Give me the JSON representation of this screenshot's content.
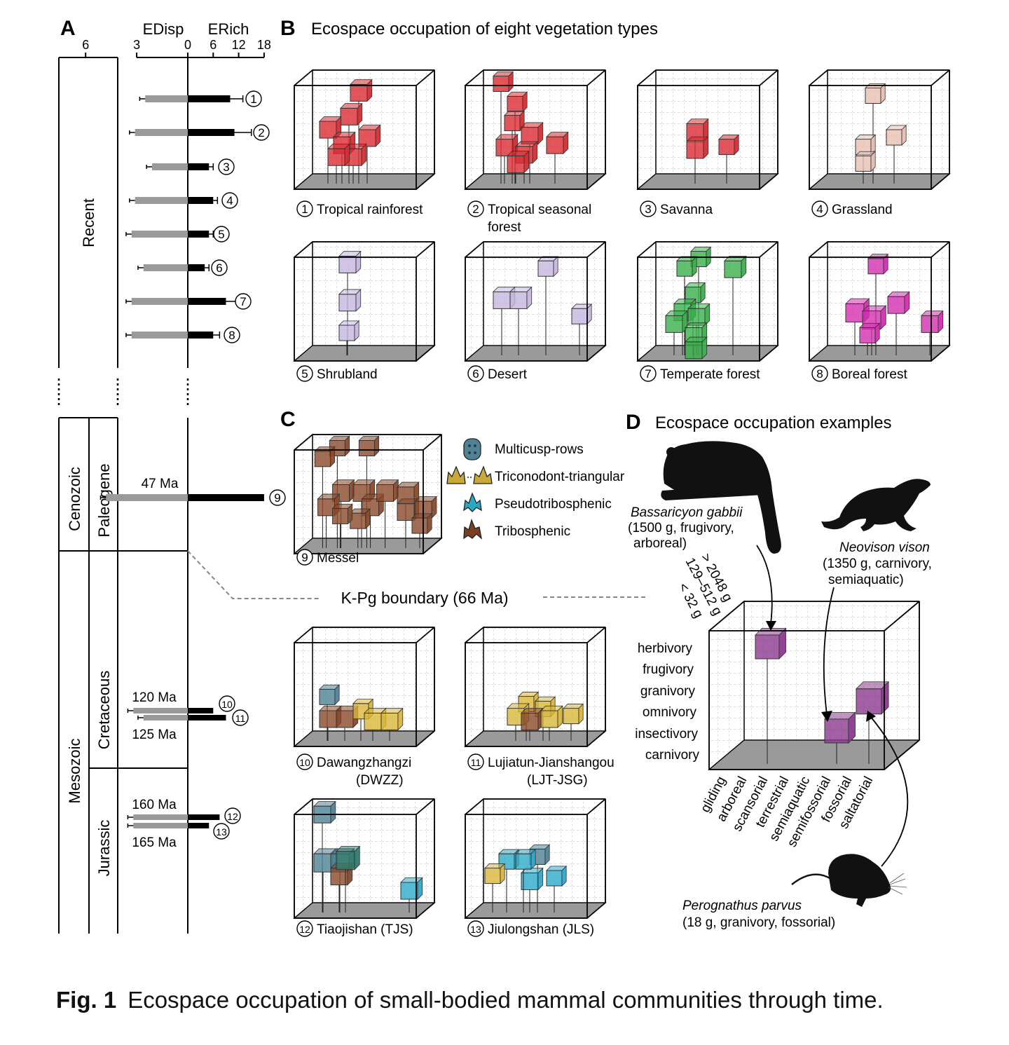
{
  "panel_letters": {
    "a": "A",
    "b": "B",
    "c": "C",
    "d": "D"
  },
  "panel_a": {
    "axis_left_label": "EDisp",
    "axis_right_label": "ERich",
    "left_ticks": [
      "6",
      "3",
      "0"
    ],
    "right_ticks": [
      "6",
      "12",
      "18"
    ],
    "timescale": {
      "recent": "Recent",
      "cenozoic": "Cenozoic",
      "paleogene": "Paleogene",
      "mesozoic": "Mesozoic",
      "cretaceous": "Cretaceous",
      "jurassic": "Jurassic"
    },
    "age_labels": {
      "m47": "47 Ma",
      "m120": "120 Ma",
      "m125": "125 Ma",
      "m160": "160 Ma",
      "m165": "165 Ma"
    },
    "bars": [
      {
        "id": "1",
        "edisp": 2.5,
        "edisp_err": 0.2,
        "erich": 10,
        "erich_err": 3
      },
      {
        "id": "2",
        "edisp": 3.1,
        "edisp_err": 0.2,
        "erich": 11,
        "erich_err": 4
      },
      {
        "id": "3",
        "edisp": 2.1,
        "edisp_err": 0.2,
        "erich": 5,
        "erich_err": 1
      },
      {
        "id": "4",
        "edisp": 3.1,
        "edisp_err": 0.2,
        "erich": 6,
        "erich_err": 1
      },
      {
        "id": "5",
        "edisp": 3.3,
        "edisp_err": 0.2,
        "erich": 5,
        "erich_err": 1
      },
      {
        "id": "6",
        "edisp": 2.6,
        "edisp_err": 0.2,
        "erich": 4,
        "erich_err": 1
      },
      {
        "id": "7",
        "edisp": 3.3,
        "edisp_err": 0.2,
        "erich": 9,
        "erich_err": 3
      },
      {
        "id": "8",
        "edisp": 3.3,
        "edisp_err": 0.2,
        "erich": 6,
        "erich_err": 1.5
      },
      {
        "id": "9",
        "edisp": 4.8,
        "edisp_err": 0.2,
        "erich": 18,
        "erich_err": 0
      },
      {
        "id": "10",
        "edisp": 3.2,
        "edisp_err": 0.2,
        "erich": 6,
        "erich_err": 0
      },
      {
        "id": "11",
        "edisp": 2.6,
        "edisp_err": 0.2,
        "erich": 9,
        "erich_err": 0
      },
      {
        "id": "12",
        "edisp": 3.2,
        "edisp_err": 0.2,
        "erich": 7.5,
        "erich_err": 0
      },
      {
        "id": "13",
        "edisp": 3.2,
        "edisp_err": 0.2,
        "erich": 5,
        "erich_err": 0
      }
    ]
  },
  "panel_b": {
    "title": "Ecospace occupation of eight vegetation types"
  },
  "communities": [
    {
      "num": "1",
      "label": "Tropical rainforest",
      "label2": ""
    },
    {
      "num": "2",
      "label": "Tropical seasonal",
      "label2": "forest"
    },
    {
      "num": "3",
      "label": "Savanna",
      "label2": ""
    },
    {
      "num": "4",
      "label": "Grassland",
      "label2": ""
    },
    {
      "num": "5",
      "label": "Shrubland",
      "label2": ""
    },
    {
      "num": "6",
      "label": "Desert",
      "label2": ""
    },
    {
      "num": "7",
      "label": "Temperate forest",
      "label2": ""
    },
    {
      "num": "8",
      "label": "Boreal forest",
      "label2": ""
    },
    {
      "num": "9",
      "label": "Messel",
      "label2": ""
    },
    {
      "num": "10",
      "label": "Dawangzhangzi",
      "label2": "(DWZZ)"
    },
    {
      "num": "11",
      "label": "Lujiatun-Jianshangou",
      "label2": "(LJT-JSG)"
    },
    {
      "num": "12",
      "label": "Tiaojishan (TJS)",
      "label2": ""
    },
    {
      "num": "13",
      "label": "Jiulongshan (JLS)",
      "label2": ""
    }
  ],
  "legend": {
    "items": [
      "Multicusp-rows",
      "Triconodont-triangular",
      "Pseudotribosphenic",
      "Tribosphenic"
    ],
    "colors": [
      "#4f8294",
      "#c9a93a",
      "#29a7c2",
      "#7b3f22"
    ]
  },
  "kpg_label": "K-Pg boundary (66 Ma)",
  "panel_d": {
    "title": "Ecospace occupation examples",
    "size_labels": [
      "> 2048 g",
      "129–512 g",
      "< 32 g"
    ],
    "diet_labels": [
      "herbivory",
      "frugivory",
      "granivory",
      "omnivory",
      "insectivory",
      "carnivory"
    ],
    "locomotion_labels": [
      "gliding",
      "arboreal",
      "scansorial",
      "terrestrial",
      "semiaquatic",
      "semifossorial",
      "fossorial",
      "saltatorial"
    ],
    "species": [
      {
        "name": "Bassaricyon gabbii",
        "line1": "(1500 g, frugivory,",
        "line2": "arboreal)"
      },
      {
        "name": "Neovison vison",
        "line1": "(1350 g, carnivory,",
        "line2": "semiaquatic)"
      },
      {
        "name": "Perognathus parvus",
        "line1": "(18 g, granivory, fossorial)",
        "line2": ""
      }
    ]
  },
  "caption": {
    "label": "Fig. 1",
    "text": "Ecospace occupation of small-bodied mammal communities through time."
  }
}
